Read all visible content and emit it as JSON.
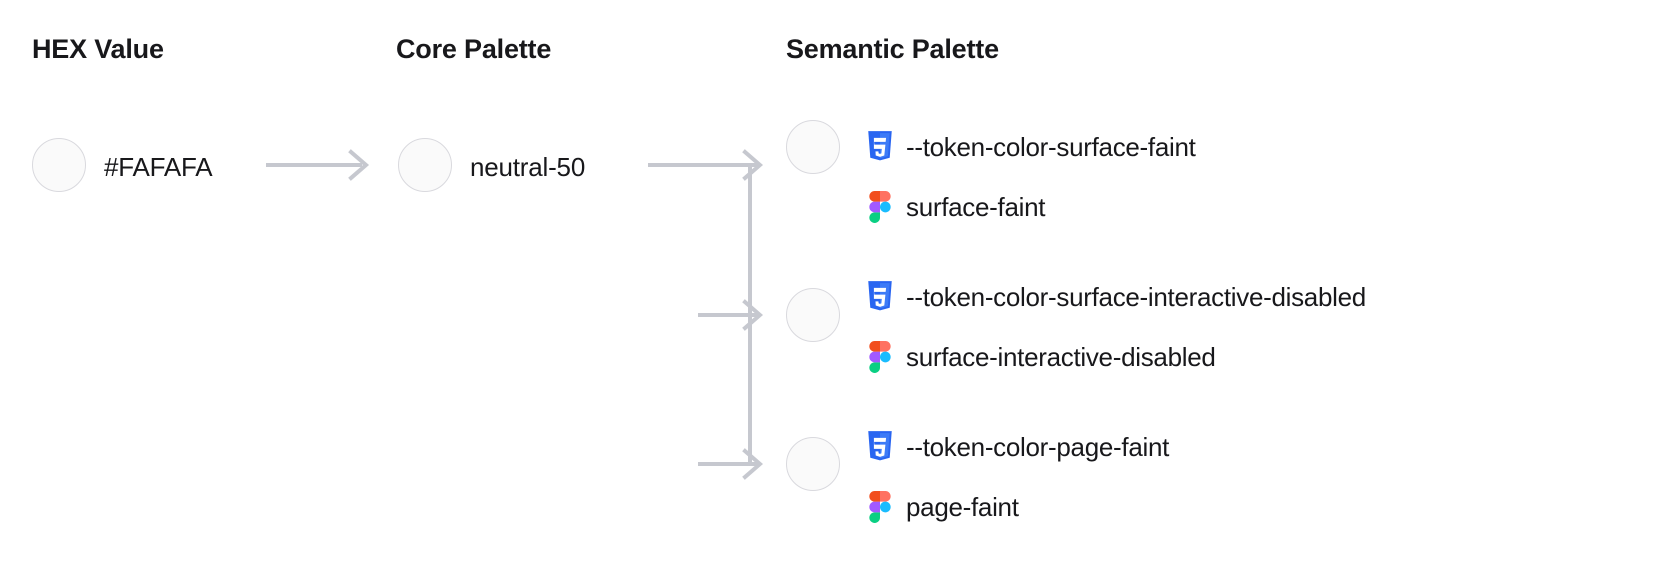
{
  "columns": {
    "hex": {
      "heading": "HEX Value"
    },
    "core": {
      "heading": "Core Palette"
    },
    "semantic": {
      "heading": "Semantic Palette"
    }
  },
  "hex": {
    "swatch_color": "#FAFAFA",
    "value": "#FAFAFA"
  },
  "core": {
    "swatch_color": "#FAFAFA",
    "value": "neutral-50"
  },
  "semantic": {
    "swatch_color": "#FAFAFA",
    "items": [
      {
        "css_token": "--token-color-surface-faint",
        "figma_token": "surface-faint",
        "css_icon": "css3-icon",
        "figma_icon": "figma-icon"
      },
      {
        "css_token": "--token-color-surface-interactive-disabled",
        "figma_token": "surface-interactive-disabled",
        "css_icon": "css3-icon",
        "figma_icon": "figma-icon"
      },
      {
        "css_token": "--token-color-page-faint",
        "figma_token": "page-faint",
        "css_icon": "css3-icon",
        "figma_icon": "figma-icon"
      }
    ]
  },
  "connectors": {
    "arrow_color": "#c6c8cf",
    "arrow_icon": "arrow-right-icon"
  },
  "palette": {
    "text": "#18181b",
    "swatch_border": "#D9D9DE",
    "connector": "#C6C8CF",
    "css_blue": "#2965F1",
    "css_blue_light": "#3D7BF7",
    "figma_orange": "#F24E1E",
    "figma_red": "#FF7262",
    "figma_purple": "#A259FF",
    "figma_blue": "#1ABCFE",
    "figma_green": "#0ACF83"
  }
}
